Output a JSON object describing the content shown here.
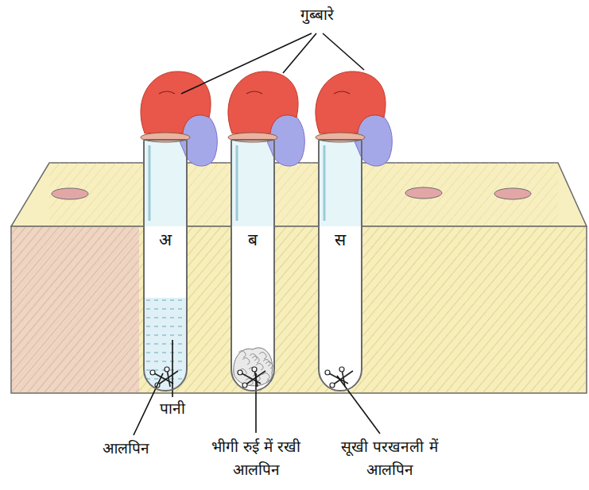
{
  "diagram": {
    "nodes": [
      {
        "text": [
          "अ"
        ]
      },
      {
        "text": [
          "ब"
        ]
      },
      {
        "text": [
          "स"
        ]
      }
    ],
    "labels": [
      "गुब्बारे",
      "पानी",
      "आलपिन",
      "भीगी रुई में रखी आलपिन",
      "सूखी परखनली में आलपिन"
    ]
  }
}
